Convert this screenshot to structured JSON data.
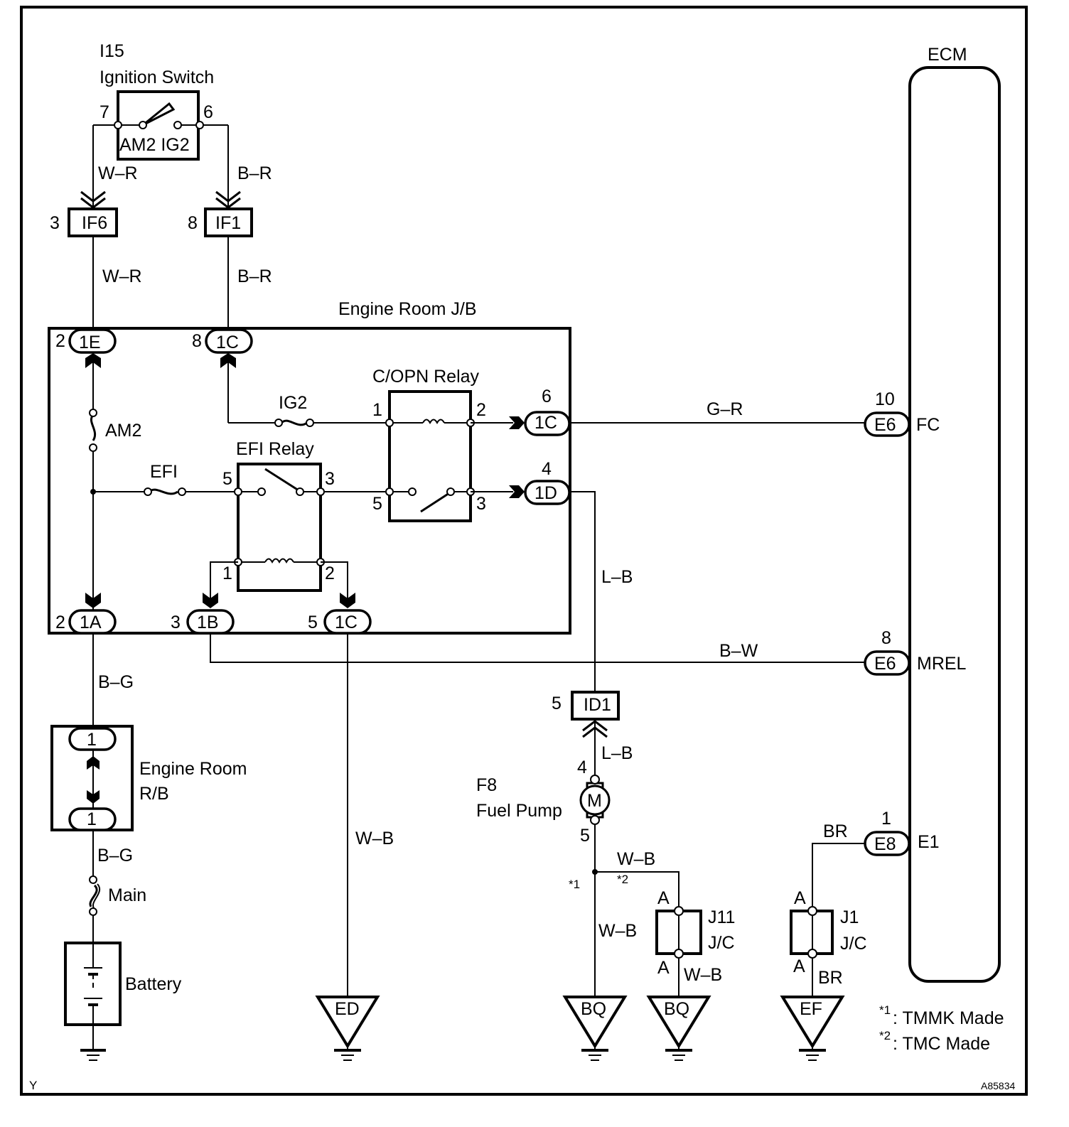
{
  "diagram": {
    "ignition_switch": {
      "code": "I15",
      "name": "Ignition Switch",
      "contacts": "AM2 IG2",
      "pin_left": "7",
      "pin_right": "6"
    },
    "wires": {
      "ig_left_upper": "W–R",
      "ig_right_upper": "B–R",
      "ig_left_lower": "W–R",
      "ig_right_lower": "B–R",
      "fc": "G–R",
      "l_b_upper": "L–B",
      "l_b_lower": "L–B",
      "mrel": "B–W",
      "b_g_upper": "B–G",
      "b_g_lower": "B–G",
      "ed": "W–B",
      "wb_junction": "W–B",
      "wb_left": "W–B",
      "wb_j11": "W–B",
      "br_upper": "BR",
      "br_lower": "BR"
    },
    "connectors": {
      "if6": {
        "pin": "3",
        "label": "IF6"
      },
      "if1": {
        "pin": "8",
        "label": "IF1"
      },
      "jb_1e": {
        "pin": "2",
        "label": "1E"
      },
      "jb_1c_top": {
        "pin": "8",
        "label": "1C"
      },
      "jb_1c_fc": {
        "pin": "6",
        "label": "1C"
      },
      "jb_1d": {
        "pin": "4",
        "label": "1D"
      },
      "jb_1a": {
        "pin": "2",
        "label": "1A"
      },
      "jb_1b": {
        "pin": "3",
        "label": "1B"
      },
      "jb_1c_bottom": {
        "pin": "5",
        "label": "1C"
      },
      "id1": {
        "pin": "5",
        "label": "ID1"
      },
      "e6_fc": {
        "pin": "10",
        "label": "E6",
        "signal": "FC"
      },
      "e6_mrel": {
        "pin": "8",
        "label": "E6",
        "signal": "MREL"
      },
      "e8_e1": {
        "pin": "1",
        "label": "E8",
        "signal": "E1"
      },
      "rb_top": {
        "label": "1"
      },
      "rb_bottom": {
        "label": "1"
      }
    },
    "engine_room_jb": {
      "title": "Engine Room J/B",
      "fuse_am2": "AM2",
      "fuse_ig2": "IG2",
      "fuse_efi": "EFI",
      "efi_relay": {
        "title": "EFI Relay",
        "pins": [
          "5",
          "3",
          "1",
          "2"
        ]
      },
      "copn_relay": {
        "title": "C/OPN Relay",
        "pins": [
          "1",
          "2",
          "5",
          "3"
        ]
      }
    },
    "engine_room_rb": {
      "line1": "Engine Room",
      "line2": "R/B"
    },
    "main_fuse": "Main",
    "battery": "Battery",
    "fuel_pump": {
      "code": "F8",
      "name": "Fuel Pump",
      "motor": "M",
      "pin_top": "4",
      "pin_bottom": "5"
    },
    "ecm": {
      "title": "ECM"
    },
    "junctions": {
      "j11": {
        "code": "J11",
        "type": "J/C",
        "pin_top": "A",
        "pin_bottom": "A"
      },
      "j1": {
        "code": "J1",
        "type": "J/C",
        "pin_top": "A",
        "pin_bottom": "A"
      }
    },
    "grounds": [
      "ED",
      "BQ",
      "BQ",
      "EF"
    ],
    "markers": {
      "m1": "*1",
      "m2": "*2"
    },
    "notes": [
      {
        "mark": "*1",
        "text": ": TMMK Made"
      },
      {
        "mark": "*2",
        "text": ": TMC Made"
      }
    ],
    "corner_left": "Y",
    "figure_id": "A85834"
  }
}
